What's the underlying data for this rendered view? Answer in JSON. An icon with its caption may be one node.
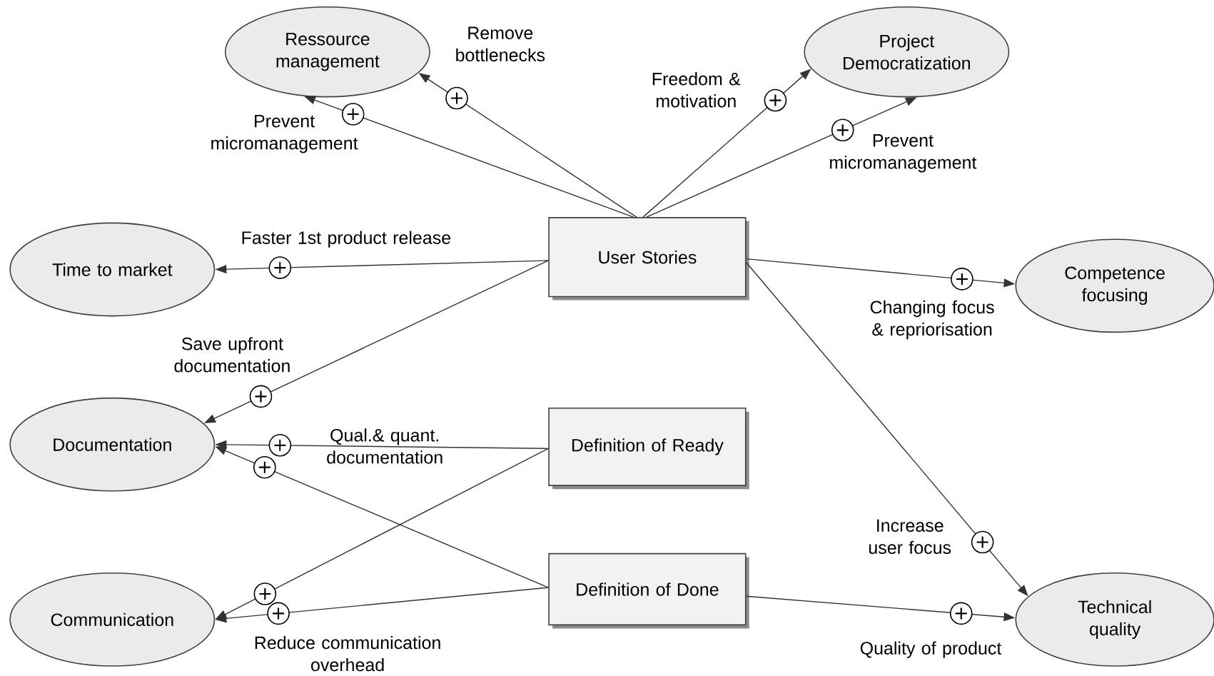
{
  "diagram": {
    "nodes": [
      {
        "text": [
          "Ressource management"
        ]
      },
      {
        "text": [
          "Project Democratization"
        ]
      },
      {
        "text": [
          "Time to market"
        ]
      },
      {
        "text": [
          "User Stories"
        ]
      },
      {
        "text": [
          "Competence focusing"
        ]
      },
      {
        "text": [
          "Documentation"
        ]
      },
      {
        "text": [
          "Definition of Ready"
        ]
      },
      {
        "text": [
          "Communication"
        ]
      },
      {
        "text": [
          "Definition of Done"
        ]
      },
      {
        "text": [
          "Technical quality"
        ]
      }
    ],
    "edges": [
      {
        "from": 3,
        "to": 0,
        "arrow": "to",
        "label": "Prevent micromanagement"
      },
      {
        "from": 3,
        "to": 0,
        "arrow": "to",
        "label": "Remove bottlenecks"
      },
      {
        "from": 3,
        "to": 1,
        "arrow": "to",
        "label": "Freedom & motivation"
      },
      {
        "from": 3,
        "to": 1,
        "arrow": "to",
        "label": "Prevent micromanagement"
      },
      {
        "from": 3,
        "to": 2,
        "arrow": "to",
        "label": "Faster 1st product release"
      },
      {
        "from": 3,
        "to": 4,
        "arrow": "to",
        "label": "Changing focus & repriorisation"
      },
      {
        "from": 3,
        "to": 5,
        "arrow": "to",
        "label": "Save upfront documentation"
      },
      {
        "from": 3,
        "to": 9,
        "arrow": "to",
        "label": "Increase user focus"
      },
      {
        "from": 6,
        "to": 5,
        "arrow": "to",
        "label": "Qual.& quant. documentation"
      },
      {
        "from": 6,
        "to": 7,
        "arrow": "to"
      },
      {
        "from": 8,
        "to": 5,
        "arrow": "to"
      },
      {
        "from": 8,
        "to": 7,
        "arrow": "to",
        "label": "Reduce communication overhead"
      },
      {
        "from": 8,
        "to": 9,
        "arrow": "to",
        "label": "Quality of product"
      }
    ]
  }
}
